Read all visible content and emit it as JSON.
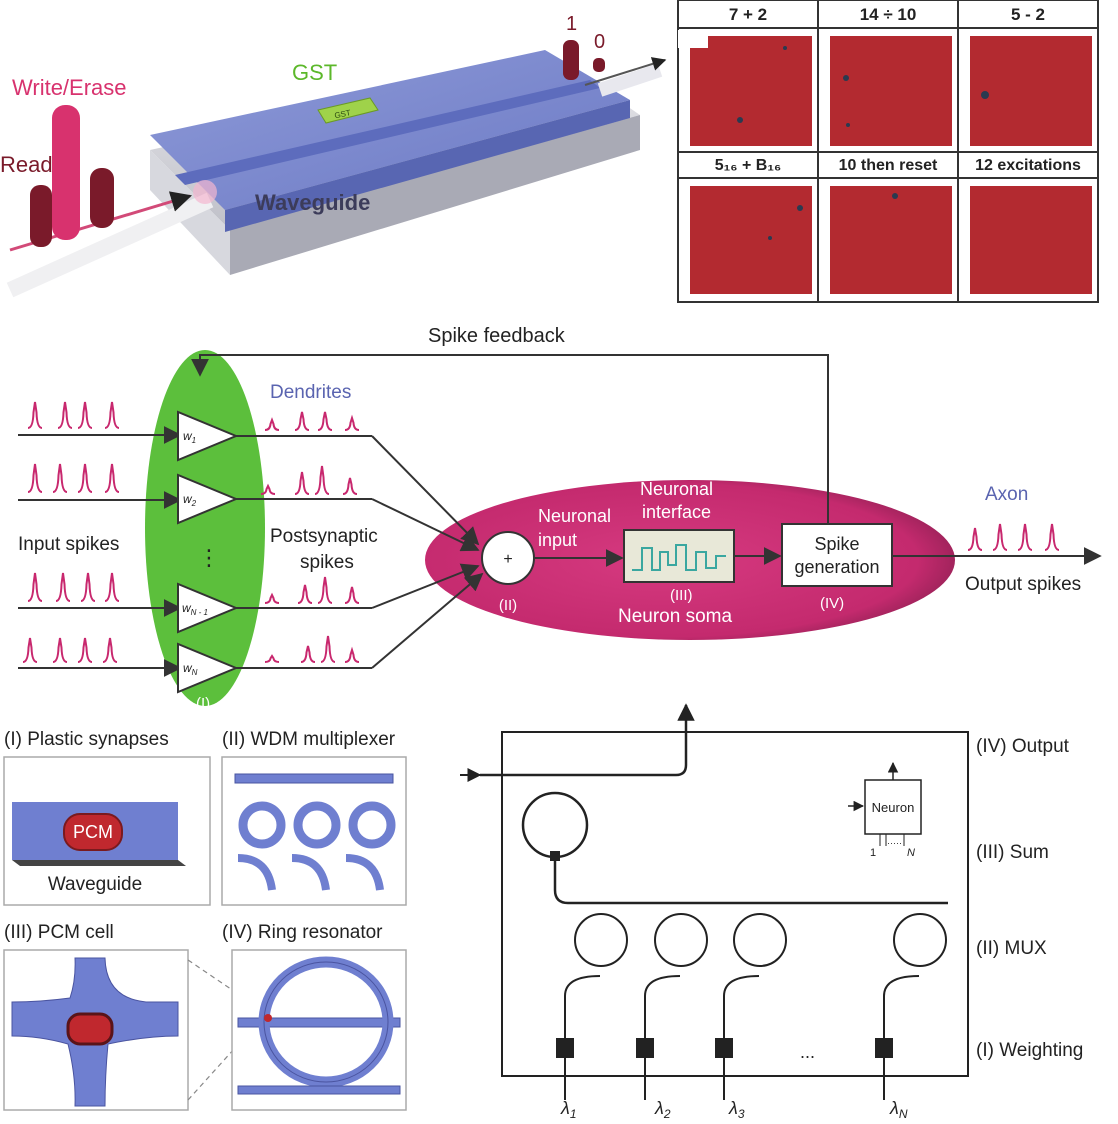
{
  "device": {
    "write_erase": "Write/Erase",
    "read": "Read",
    "gst": "GST",
    "chip_gst": "GST",
    "waveguide": "Waveguide",
    "one": "1",
    "zero": "0"
  },
  "grid": {
    "cells": [
      {
        "label": "7 + 2"
      },
      {
        "label": "14 ÷ 10"
      },
      {
        "label": "5 - 2"
      },
      {
        "label": "5₁₆ + B₁₆"
      },
      {
        "label": "10 then reset"
      },
      {
        "label": "12 excitations"
      }
    ]
  },
  "neuron": {
    "spike_feedback": "Spike feedback",
    "dendrites": "Dendrites",
    "input_spikes": "Input spikes",
    "postsynaptic_1": "Postsynaptic",
    "postsynaptic_2": "spikes",
    "weights": [
      "w1",
      "w2",
      "wN-1",
      "wN"
    ],
    "weight_labels": {
      "w1_base": "w",
      "w1_sub": "1",
      "w2_base": "w",
      "w2_sub": "2",
      "wn1_base": "w",
      "wn1_sub": "N - 1",
      "wn_base": "w",
      "wn_sub": "N"
    },
    "vdots": "⋮",
    "stage_i": "(I)",
    "stage_ii": "(II)",
    "stage_iii": "(III)",
    "stage_iv": "(IV)",
    "plus": "+",
    "neuronal_input_1": "Neuronal",
    "neuronal_input_2": "input",
    "neuronal_interface_1": "Neuronal",
    "neuronal_interface_2": "interface",
    "neuron_soma": "Neuron soma",
    "spike_gen_1": "Spike",
    "spike_gen_2": "generation",
    "axon": "Axon",
    "output_spikes": "Output spikes"
  },
  "components": {
    "plastic_synapses": "(I) Plastic synapses",
    "wdm_mux": "(II) WDM multiplexer",
    "pcm_cell": "(III) PCM cell",
    "ring_resonator": "(IV) Ring resonator",
    "pcm": "PCM",
    "waveguide": "Waveguide"
  },
  "circuit": {
    "output": "(IV) Output",
    "sum": "(III) Sum",
    "mux": "(II) MUX",
    "weighting": "(I) Weighting",
    "neuron": "Neuron",
    "one": "1",
    "n": "N",
    "dots_small": "·····",
    "ellipsis": "...",
    "lambda": "λ",
    "lambda_subs": [
      "1",
      "2",
      "3",
      "N"
    ]
  },
  "colors": {
    "magenta": "#c8286e",
    "green": "#5cbf3c",
    "blue": "#6f7fd0",
    "dark_red": "#7a1a2a",
    "grid_red": "#b32a30",
    "navy_text": "#5a64b0"
  }
}
